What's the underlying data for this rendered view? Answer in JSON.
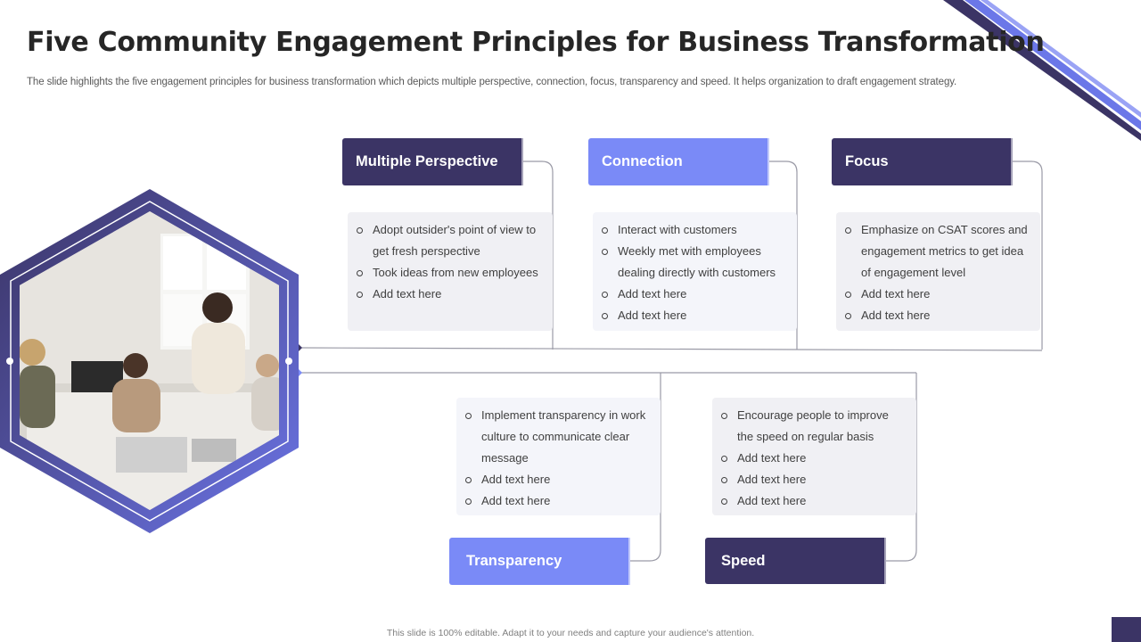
{
  "slide": {
    "title": "Five Community Engagement Principles for Business Transformation",
    "subtitle": "The slide highlights the five engagement principles for business transformation which depicts multiple perspective, connection, focus, transparency and speed. It helps organization to draft engagement strategy.",
    "footer": "This slide is 100% editable.  Adapt it to your needs and capture your audience's attention."
  },
  "colors": {
    "dark": "#3b3465",
    "light": "#7a8af7",
    "hexagon_outer": "#4b4fb3",
    "line": "#9a9aa6"
  },
  "principles": [
    {
      "title": "Multiple Perspective",
      "items": [
        "Adopt outsider's point of view to get fresh perspective",
        "Took ideas from new employees",
        "Add text here"
      ]
    },
    {
      "title": "Connection",
      "items": [
        "Interact with customers",
        "Weekly met with employees dealing directly with customers",
        "Add text here",
        "Add text here"
      ]
    },
    {
      "title": "Focus",
      "items": [
        "Emphasize on CSAT scores and engagement metrics to get idea of engagement level",
        "Add text here",
        "Add text here"
      ]
    },
    {
      "title": "Transparency",
      "items": [
        "Implement transparency in work culture to communicate clear message",
        "Add text here",
        "Add text here"
      ]
    },
    {
      "title": "Speed",
      "items": [
        "Encourage people to improve the speed on regular basis",
        "Add text here",
        "Add text here",
        "Add text here"
      ]
    }
  ]
}
